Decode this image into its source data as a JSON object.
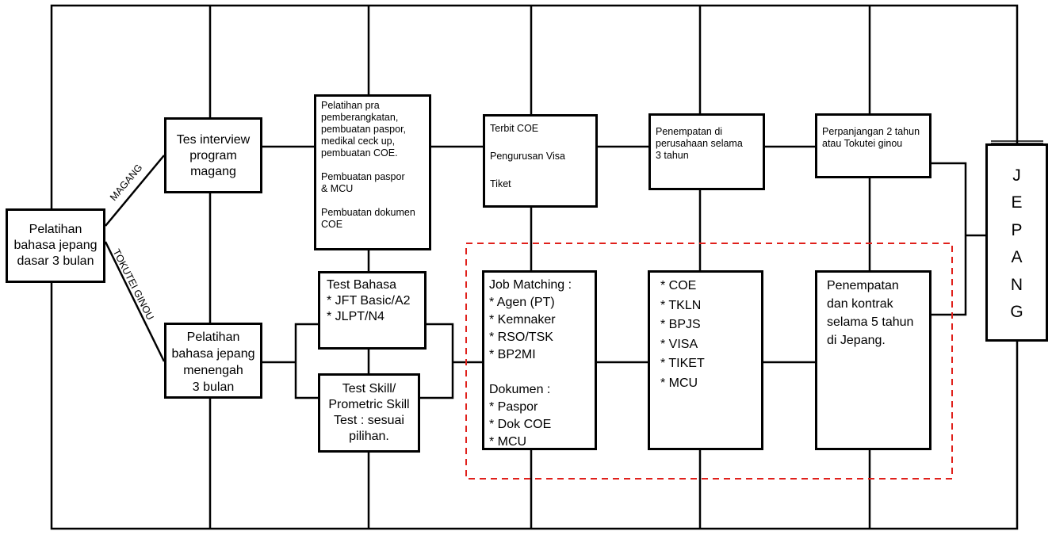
{
  "boxes": {
    "start": "Pelatihan\nbahasa jepang\ndasar 3 bulan",
    "interview": "Tes interview\nprogram\nmagang",
    "pra": "Pelatihan pra\npemberangkatan,\npembuatan paspor,\nmedikal ceck up,\npembuatan COE.\n\nPembuatan paspor\n& MCU\n\nPembuatan dokumen\nCOE",
    "coe": "Terbit COE\n\nPengurusan Visa\n\nTiket",
    "penempatan_magang": "Penempatan di\nperusahaan selama\n3 tahun",
    "perpanjangan": "Perpanjangan 2 tahun\natau Tokutei ginou",
    "menengah": "Pelatihan\nbahasa jepang\nmenengah\n3 bulan",
    "test_bahasa": "Test Bahasa\n* JFT Basic/A2\n* JLPT/N4",
    "test_skill": "Test Skill/\nPrometric Skill\nTest : sesuai\npilihan.",
    "job_matching": "Job Matching :\n* Agen (PT)\n* Kemnaker\n* RSO/TSK\n* BP2MI\n\nDokumen :\n* Paspor\n* Dok COE\n* MCU",
    "dokumen_list": "* COE\n* TKLN\n* BPJS\n* VISA\n* TIKET\n* MCU",
    "penempatan_tokutei": "Penempatan\ndan kontrak\nselama 5 tahun\ndi Jepang."
  },
  "branches": {
    "magang": "MAGANG",
    "tokutei": "TOKUTEI GINOU"
  },
  "destination": {
    "letters": [
      "J",
      "E",
      "P",
      "A",
      "N",
      "G"
    ]
  },
  "colors": {
    "line": "#000000",
    "dashed_highlight": "#e0201b"
  }
}
